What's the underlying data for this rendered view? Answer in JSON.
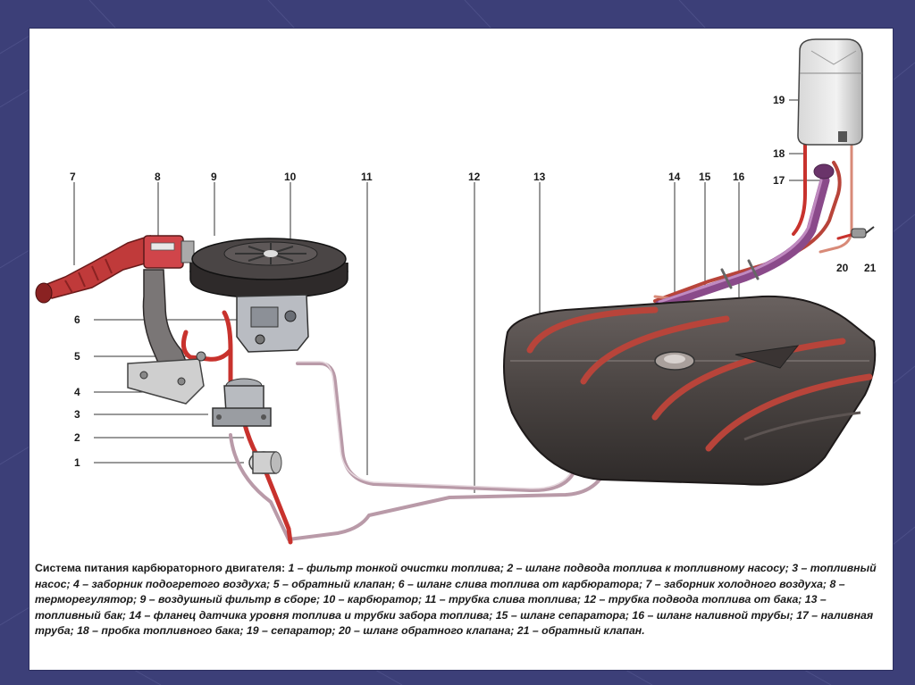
{
  "slide": {
    "background_color": "#3c3f78",
    "frame_color": "#ffffff"
  },
  "diagram": {
    "callouts": [
      "1",
      "2",
      "3",
      "4",
      "5",
      "6",
      "7",
      "8",
      "9",
      "10",
      "11",
      "12",
      "13",
      "14",
      "15",
      "16",
      "17",
      "18",
      "19",
      "20",
      "21"
    ],
    "colors": {
      "fuel_line": "#c8322d",
      "return_line": "#b99aa8",
      "tank_body": "#4a4442",
      "tank_stripe": "#b8443a",
      "filler_pipe": "#8a4a8a",
      "air_filter": "#3a3535",
      "intake_duct": "#c03a3a"
    }
  },
  "caption": {
    "lead": "Система питания карбюраторного двигателя:",
    "body": " 1 – фильтр тонкой очистки топлива; 2 – шланг подвода топлива к топливному насосу; 3 – топливный насос; 4 – заборник подогретого воздуха; 5 – обратный клапан; 6 – шланг слива топлива от карбюратора; 7 – заборник холодного воздуха; 8 – терморегулятор; 9 – воздушный фильтр в сборе; 10 – карбюратор; 11 – трубка слива топлива; 12 – трубка подвода топлива от бака; 13 – топливный бак; 14 – фланец датчика уровня топлива и трубки забора топлива; 15 – шланг сепаратора; 16 – шланг наливной трубы; 17 – наливная труба; 18 – пробка топливного бака; 19 – сепаратор; 20 – шланг обратного клапана; 21 – обратный клапан."
  }
}
